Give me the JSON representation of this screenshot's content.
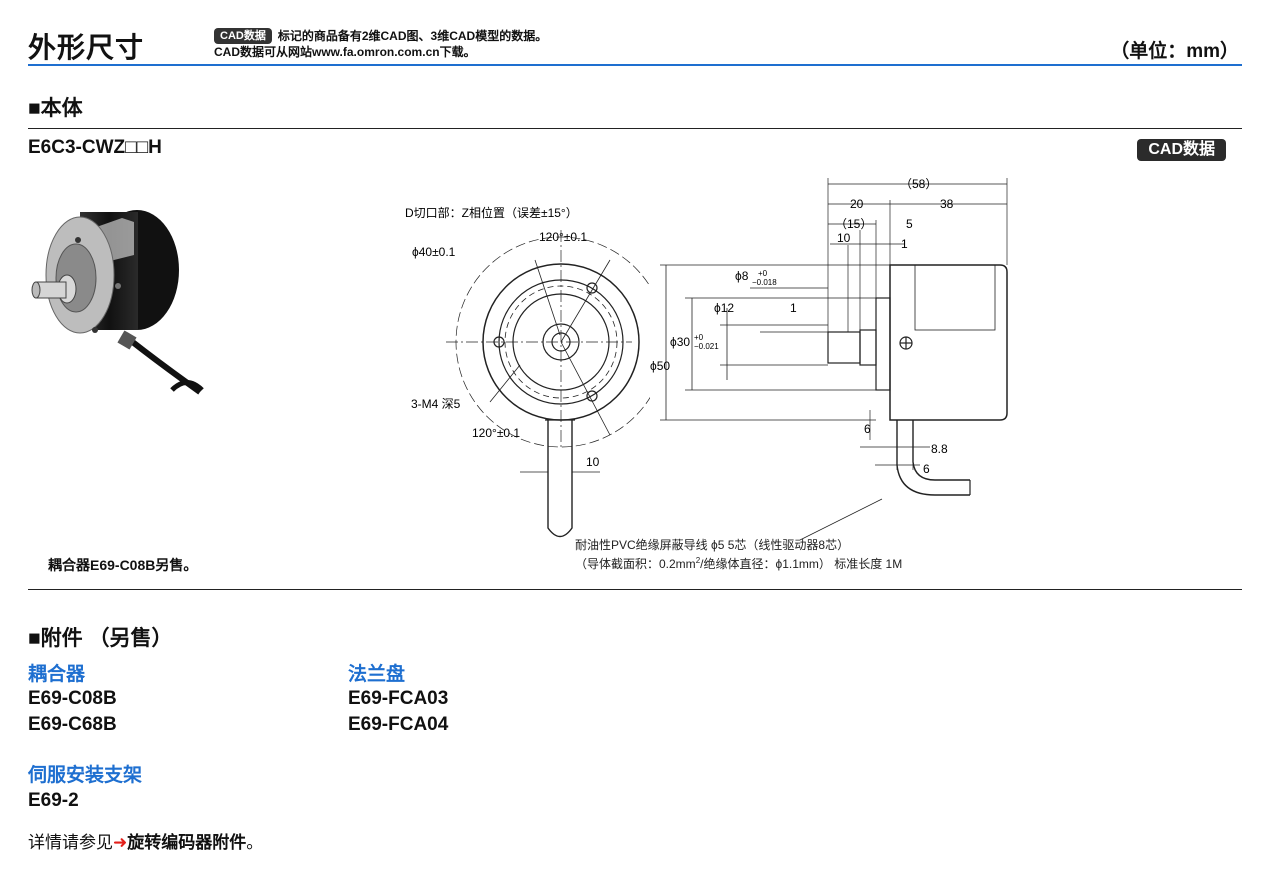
{
  "header": {
    "title": "外形尺寸",
    "cad_badge": "CAD数据",
    "note_line1": "标记的商品备有2维CAD图、3维CAD模型的数据。",
    "note_line2": "CAD数据可从网站www.fa.omron.com.cn下载。",
    "unit": "（单位：mm）"
  },
  "body_section": {
    "title": "■本体",
    "model": "E6C3-CWZ□□H",
    "cad_badge": "CAD数据",
    "coupling_note": "耦合器E69-C08B另售。",
    "front_view": {
      "d_cut_label": "D切口部：Z相位置（误差±15°）",
      "angle_top": "120°±0.1",
      "angle_bottom": "120°±0.1",
      "dia40": "ϕ40±0.1",
      "screw": "3-M4 深5",
      "dim10": "10"
    },
    "side_view": {
      "d58": "（58）",
      "d20": "20",
      "d38": "38",
      "d15": "（15）",
      "d5": "5",
      "d10": "10",
      "d1a": "1",
      "phi8": "ϕ8",
      "phi8_tol_upper": "+0",
      "phi8_tol_lower": "−0.018",
      "phi12": "ϕ12",
      "d1b": "1",
      "phi30": "ϕ30",
      "phi30_tol_upper": "+0",
      "phi30_tol_lower": "−0.021",
      "phi50": "ϕ50",
      "d6a": "6",
      "d88": "8.8",
      "d6b": "6"
    },
    "cable_note_line1": "耐油性PVC绝缘屏蔽导线 ϕ5 5芯（线性驱动器8芯）",
    "cable_note_line2a": "（导体截面积：0.2mm",
    "cable_note_sup": "2",
    "cable_note_line2b": "/绝缘体直径：ϕ1.1mm） 标准长度 1M"
  },
  "accessories": {
    "title": "■附件 （另售）",
    "coupling": {
      "title": "耦合器",
      "items": [
        "E69-C08B",
        "E69-C68B"
      ]
    },
    "flange": {
      "title": "法兰盘",
      "items": [
        "E69-FCA03",
        "E69-FCA04"
      ]
    },
    "servo": {
      "title": "伺服安装支架",
      "items": [
        "E69-2"
      ]
    },
    "detail_prefix": "详情请参见",
    "detail_arrow": "➜",
    "detail_link": "旋转编码器附件",
    "detail_suffix": "。"
  },
  "colors": {
    "accent_blue": "#1e6fd0",
    "arrow_red": "#e3201b",
    "badge_dark": "#333333"
  }
}
